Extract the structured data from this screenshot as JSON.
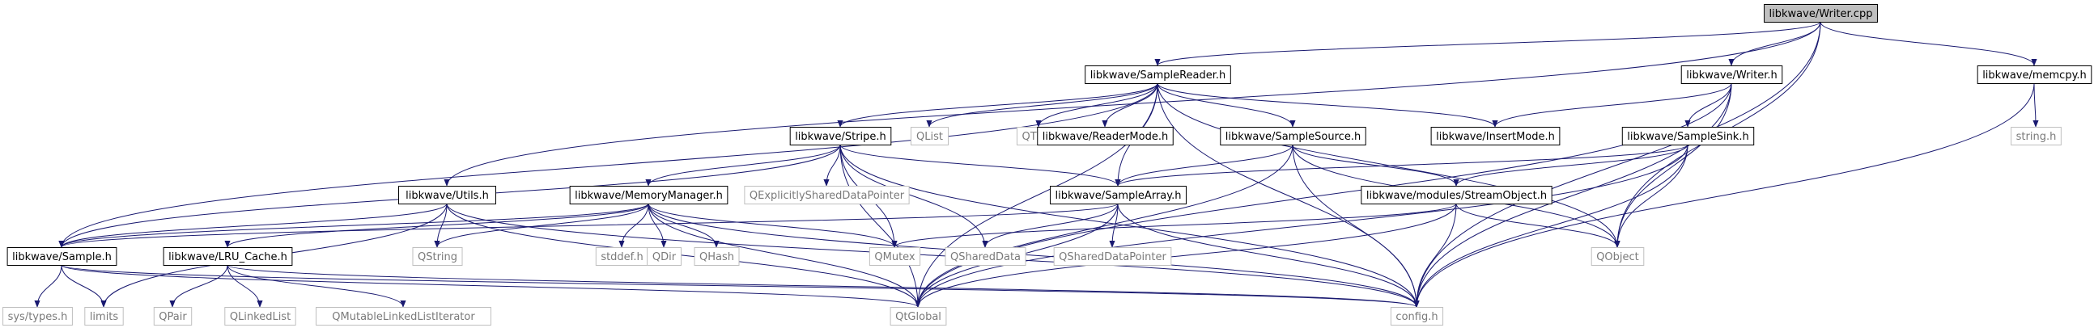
{
  "graph": {
    "colors": {
      "edge": "#191970",
      "internal_border": "#000000",
      "external_border": "#bfbfbf",
      "root_fill": "#bfbfbf"
    },
    "nodes": {
      "writer_cpp": "libkwave/Writer.cpp",
      "samplereader_h": "libkwave/SampleReader.h",
      "writer_h": "libkwave/Writer.h",
      "memcpy_h": "libkwave/memcpy.h",
      "stripe_h": "libkwave/Stripe.h",
      "qlist": "QList",
      "qtime": "QTime",
      "readermode_h": "libkwave/ReaderMode.h",
      "samplesource_h": "libkwave/SampleSource.h",
      "insertmode_h": "libkwave/InsertMode.h",
      "samplesink_h": "libkwave/SampleSink.h",
      "string_h": "string.h",
      "utils_h": "libkwave/Utils.h",
      "memorymanager_h": "libkwave/MemoryManager.h",
      "qexplicitly": "QExplicitlySharedDataPointer",
      "samplearray_h": "libkwave/SampleArray.h",
      "streamobject_h": "libkwave/modules/StreamObject.h",
      "sample_h": "libkwave/Sample.h",
      "lru_cache_h": "libkwave/LRU_Cache.h",
      "qstring": "QString",
      "stddef_h": "stddef.h",
      "qdir": "QDir",
      "qhash": "QHash",
      "qmutex": "QMutex",
      "qshareddata": "QSharedData",
      "qshareddatapointer": "QSharedDataPointer",
      "qobject": "QObject",
      "sys_types_h": "sys/types.h",
      "limits": "limits",
      "qpair": "QPair",
      "qlinkedlist": "QLinkedList",
      "qmutablelinkedlistiterator": "QMutableLinkedListIterator",
      "qtglobal": "QtGlobal",
      "config_h": "config.h"
    },
    "edges": [
      [
        "writer_cpp",
        "samplereader_h"
      ],
      [
        "writer_cpp",
        "writer_h"
      ],
      [
        "writer_cpp",
        "memcpy_h"
      ],
      [
        "writer_cpp",
        "utils_h"
      ],
      [
        "writer_cpp",
        "qobject"
      ],
      [
        "writer_cpp",
        "config_h"
      ],
      [
        "samplereader_h",
        "stripe_h"
      ],
      [
        "samplereader_h",
        "qlist"
      ],
      [
        "samplereader_h",
        "qtime"
      ],
      [
        "samplereader_h",
        "readermode_h"
      ],
      [
        "samplereader_h",
        "samplesource_h"
      ],
      [
        "samplereader_h",
        "insertmode_h"
      ],
      [
        "samplereader_h",
        "sample_h"
      ],
      [
        "samplereader_h",
        "samplearray_h"
      ],
      [
        "samplereader_h",
        "qobject"
      ],
      [
        "samplereader_h",
        "config_h"
      ],
      [
        "samplereader_h",
        "qtglobal"
      ],
      [
        "writer_h",
        "insertmode_h"
      ],
      [
        "writer_h",
        "samplesink_h"
      ],
      [
        "writer_h",
        "qobject"
      ],
      [
        "writer_h",
        "config_h"
      ],
      [
        "writer_h",
        "qtglobal"
      ],
      [
        "memcpy_h",
        "string_h"
      ],
      [
        "memcpy_h",
        "config_h"
      ],
      [
        "stripe_h",
        "memorymanager_h"
      ],
      [
        "stripe_h",
        "qexplicitly"
      ],
      [
        "stripe_h",
        "samplearray_h"
      ],
      [
        "stripe_h",
        "qmutex"
      ],
      [
        "stripe_h",
        "qshareddata"
      ],
      [
        "stripe_h",
        "sample_h"
      ],
      [
        "stripe_h",
        "qtglobal"
      ],
      [
        "stripe_h",
        "config_h"
      ],
      [
        "samplesource_h",
        "samplearray_h"
      ],
      [
        "samplesource_h",
        "streamobject_h"
      ],
      [
        "samplesource_h",
        "qobject"
      ],
      [
        "samplesource_h",
        "qtglobal"
      ],
      [
        "samplesource_h",
        "config_h"
      ],
      [
        "samplesink_h",
        "samplearray_h"
      ],
      [
        "samplesink_h",
        "streamobject_h"
      ],
      [
        "samplesink_h",
        "qobject"
      ],
      [
        "samplesink_h",
        "qtglobal"
      ],
      [
        "samplesink_h",
        "config_h"
      ],
      [
        "utils_h",
        "sample_h"
      ],
      [
        "utils_h",
        "qstring"
      ],
      [
        "utils_h",
        "limits"
      ],
      [
        "utils_h",
        "qtglobal"
      ],
      [
        "utils_h",
        "config_h"
      ],
      [
        "memorymanager_h",
        "lru_cache_h"
      ],
      [
        "memorymanager_h",
        "qstring"
      ],
      [
        "memorymanager_h",
        "stddef_h"
      ],
      [
        "memorymanager_h",
        "qdir"
      ],
      [
        "memorymanager_h",
        "qhash"
      ],
      [
        "memorymanager_h",
        "qmutex"
      ],
      [
        "memorymanager_h",
        "qtglobal"
      ],
      [
        "memorymanager_h",
        "config_h"
      ],
      [
        "memorymanager_h",
        "sample_h"
      ],
      [
        "samplearray_h",
        "sample_h"
      ],
      [
        "samplearray_h",
        "qshareddata"
      ],
      [
        "samplearray_h",
        "qshareddatapointer"
      ],
      [
        "samplearray_h",
        "qtglobal"
      ],
      [
        "samplearray_h",
        "config_h"
      ],
      [
        "streamobject_h",
        "qmutex"
      ],
      [
        "streamobject_h",
        "qobject"
      ],
      [
        "streamobject_h",
        "qtglobal"
      ],
      [
        "streamobject_h",
        "config_h"
      ],
      [
        "sample_h",
        "sys_types_h"
      ],
      [
        "sample_h",
        "limits"
      ],
      [
        "sample_h",
        "qtglobal"
      ],
      [
        "sample_h",
        "config_h"
      ],
      [
        "lru_cache_h",
        "qpair"
      ],
      [
        "lru_cache_h",
        "qlinkedlist"
      ],
      [
        "lru_cache_h",
        "qmutablelinkedlistiterator"
      ],
      [
        "lru_cache_h",
        "config_h"
      ]
    ]
  }
}
